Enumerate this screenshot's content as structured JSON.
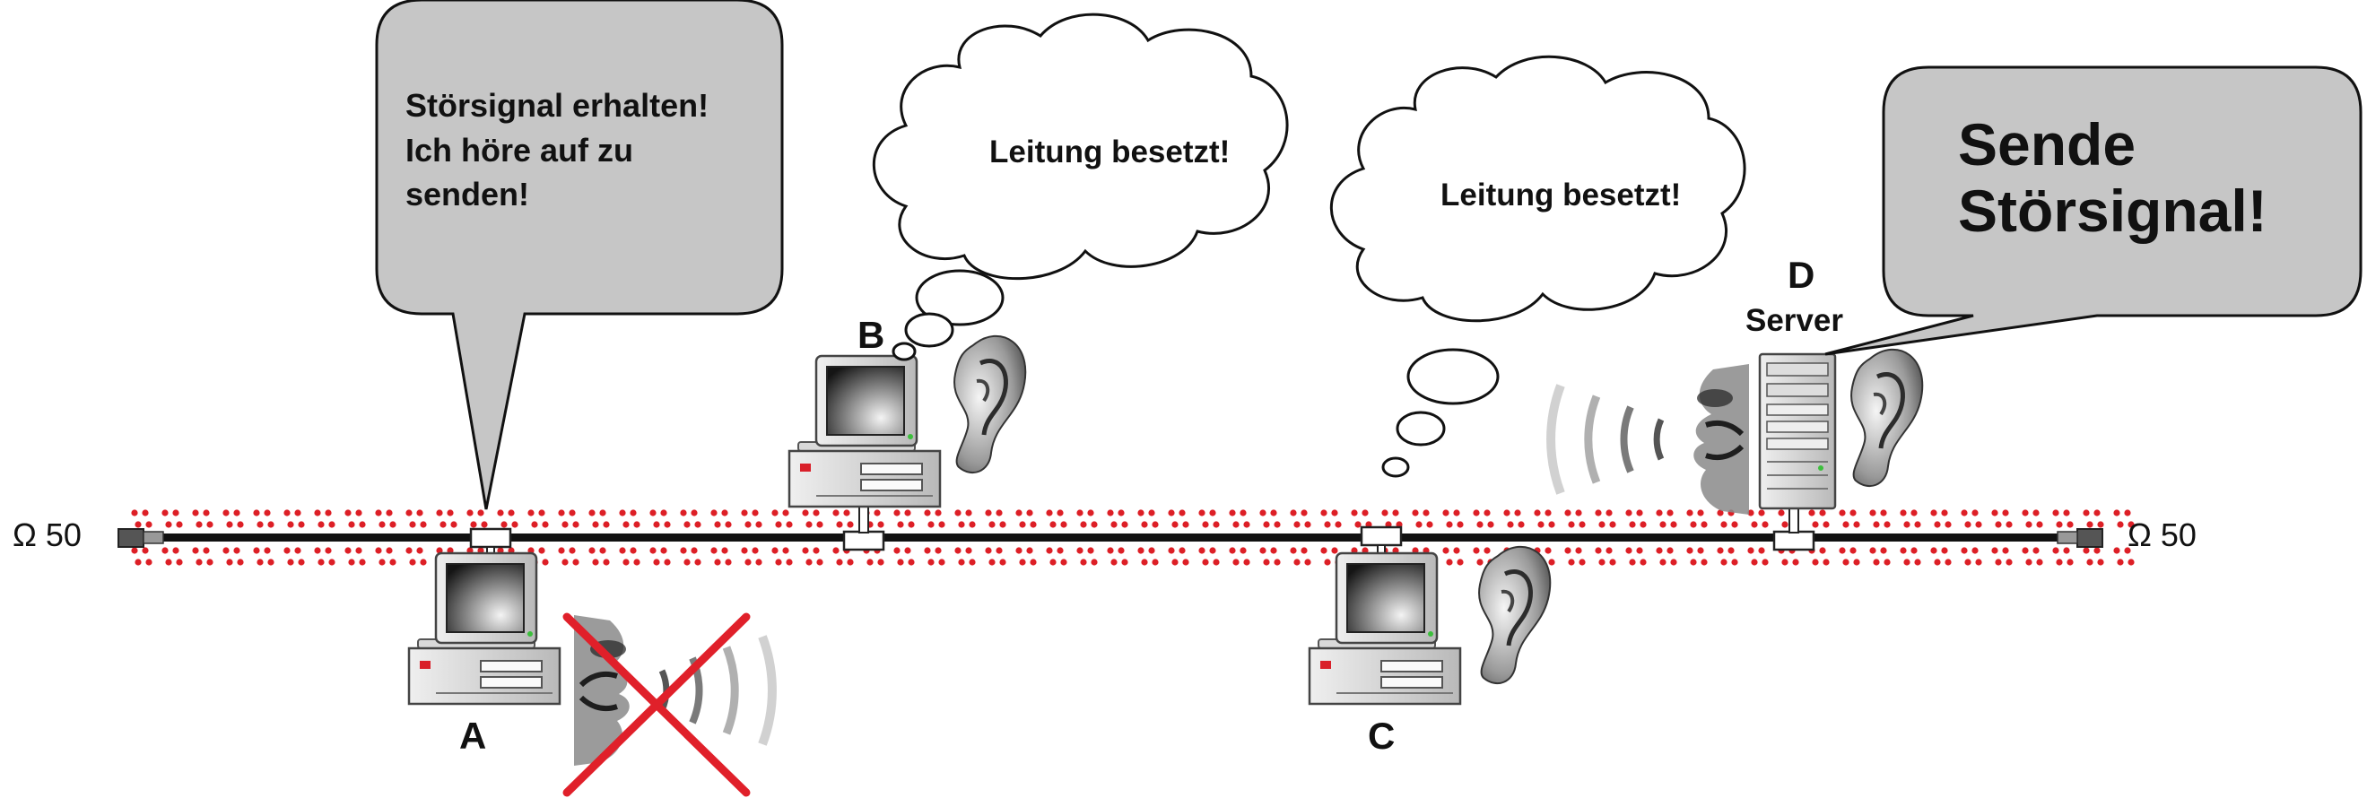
{
  "terminators": {
    "left_label": "Ω 50",
    "right_label": "Ω 50"
  },
  "stations": {
    "a": {
      "label": "A"
    },
    "b": {
      "label": "B"
    },
    "c": {
      "label": "C"
    },
    "d": {
      "label": "D",
      "role": "Server"
    }
  },
  "bubbles": {
    "a_speech": {
      "lines": [
        "Störsignal erhalten!",
        "Ich höre auf zu",
        "senden!"
      ]
    },
    "b_thought": {
      "text": "Leitung besetzt!"
    },
    "c_thought": {
      "text": "Leitung besetzt!"
    },
    "d_speech": {
      "lines": [
        "Sende",
        "Störsignal!"
      ]
    }
  },
  "colors": {
    "cable": "#111111",
    "signal_dots": "#dd1f26",
    "bubble_fill": "#c6c6c6",
    "thought_fill": "#ffffff",
    "cross": "#e0202a"
  },
  "icons": [
    "computer-icon",
    "server-icon",
    "ear-icon",
    "mouth-speaking-icon",
    "cross-icon"
  ]
}
